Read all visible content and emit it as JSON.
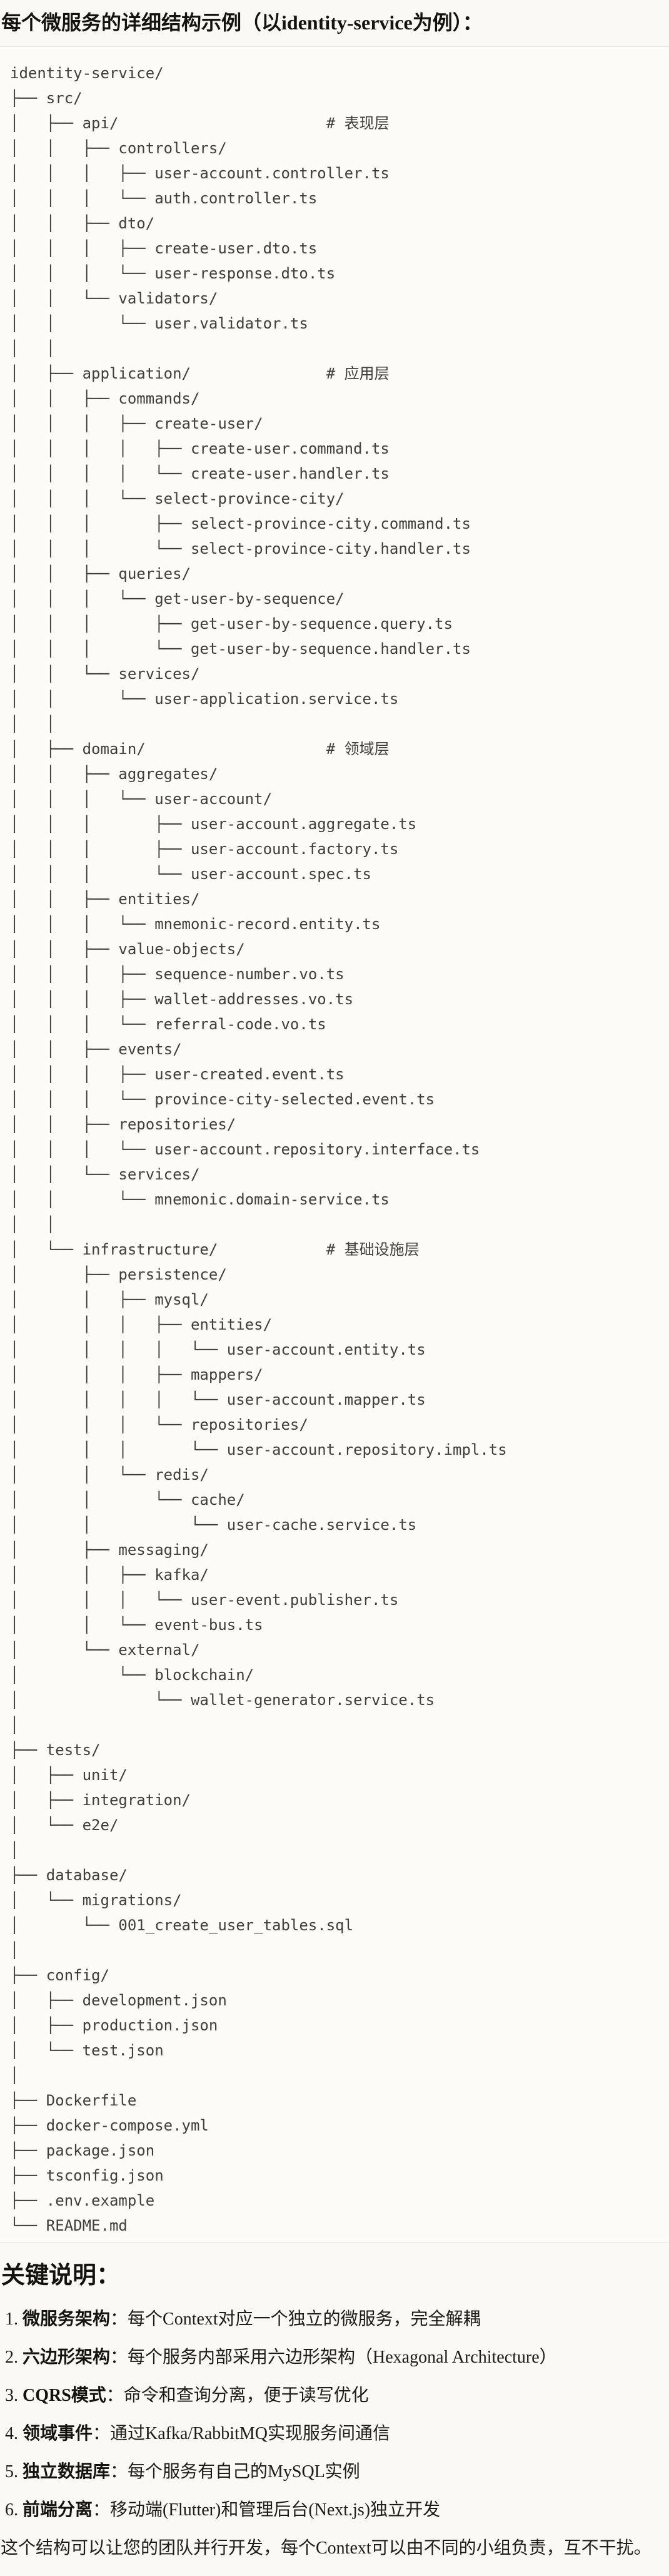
{
  "page": {
    "title": "每个微服务的详细结构示例（以identity-service为例）：",
    "tree_lines": [
      "identity-service/",
      "├── src/",
      "│   ├── api/                       # 表现层",
      "│   │   ├── controllers/",
      "│   │   │   ├── user-account.controller.ts",
      "│   │   │   └── auth.controller.ts",
      "│   │   ├── dto/",
      "│   │   │   ├── create-user.dto.ts",
      "│   │   │   └── user-response.dto.ts",
      "│   │   └── validators/",
      "│   │       └── user.validator.ts",
      "│   │",
      "│   ├── application/               # 应用层",
      "│   │   ├── commands/",
      "│   │   │   ├── create-user/",
      "│   │   │   │   ├── create-user.command.ts",
      "│   │   │   │   └── create-user.handler.ts",
      "│   │   │   └── select-province-city/",
      "│   │   │       ├── select-province-city.command.ts",
      "│   │   │       └── select-province-city.handler.ts",
      "│   │   ├── queries/",
      "│   │   │   └── get-user-by-sequence/",
      "│   │   │       ├── get-user-by-sequence.query.ts",
      "│   │   │       └── get-user-by-sequence.handler.ts",
      "│   │   └── services/",
      "│   │       └── user-application.service.ts",
      "│   │",
      "│   ├── domain/                    # 领域层",
      "│   │   ├── aggregates/",
      "│   │   │   └── user-account/",
      "│   │   │       ├── user-account.aggregate.ts",
      "│   │   │       ├── user-account.factory.ts",
      "│   │   │       └── user-account.spec.ts",
      "│   │   ├── entities/",
      "│   │   │   └── mnemonic-record.entity.ts",
      "│   │   ├── value-objects/",
      "│   │   │   ├── sequence-number.vo.ts",
      "│   │   │   ├── wallet-addresses.vo.ts",
      "│   │   │   └── referral-code.vo.ts",
      "│   │   ├── events/",
      "│   │   │   ├── user-created.event.ts",
      "│   │   │   └── province-city-selected.event.ts",
      "│   │   ├── repositories/",
      "│   │   │   └── user-account.repository.interface.ts",
      "│   │   └── services/",
      "│   │       └── mnemonic.domain-service.ts",
      "│   │",
      "│   └── infrastructure/            # 基础设施层",
      "│       ├── persistence/",
      "│       │   ├── mysql/",
      "│       │   │   ├── entities/",
      "│       │   │   │   └── user-account.entity.ts",
      "│       │   │   ├── mappers/",
      "│       │   │   │   └── user-account.mapper.ts",
      "│       │   │   └── repositories/",
      "│       │   │       └── user-account.repository.impl.ts",
      "│       │   └── redis/",
      "│       │       └── cache/",
      "│       │           └── user-cache.service.ts",
      "│       ├── messaging/",
      "│       │   ├── kafka/",
      "│       │   │   └── user-event.publisher.ts",
      "│       │   └── event-bus.ts",
      "│       └── external/",
      "│           └── blockchain/",
      "│               └── wallet-generator.service.ts",
      "│",
      "├── tests/",
      "│   ├── unit/",
      "│   ├── integration/",
      "│   └── e2e/",
      "│",
      "├── database/",
      "│   └── migrations/",
      "│       └── 001_create_user_tables.sql",
      "│",
      "├── config/",
      "│   ├── development.json",
      "│   ├── production.json",
      "│   └── test.json",
      "│",
      "├── Dockerfile",
      "├── docker-compose.yml",
      "├── package.json",
      "├── tsconfig.json",
      "├── .env.example",
      "└── README.md"
    ],
    "notes": {
      "heading": "关键说明：",
      "items": [
        {
          "label": "微服务架构",
          "text": "：每个Context对应一个独立的微服务，完全解耦"
        },
        {
          "label": "六边形架构",
          "text": "：每个服务内部采用六边形架构（Hexagonal Architecture）"
        },
        {
          "label": "CQRS模式",
          "text": "：命令和查询分离，便于读写优化"
        },
        {
          "label": "领域事件",
          "text": "：通过Kafka/RabbitMQ实现服务间通信"
        },
        {
          "label": "独立数据库",
          "text": "：每个服务有自己的MySQL实例"
        },
        {
          "label": "前端分离",
          "text": "：移动端(Flutter)和管理后台(Next.js)独立开发"
        }
      ],
      "footer": "这个结构可以让您的团队并行开发，每个Context可以由不同的小组负责，互不干扰。"
    }
  }
}
